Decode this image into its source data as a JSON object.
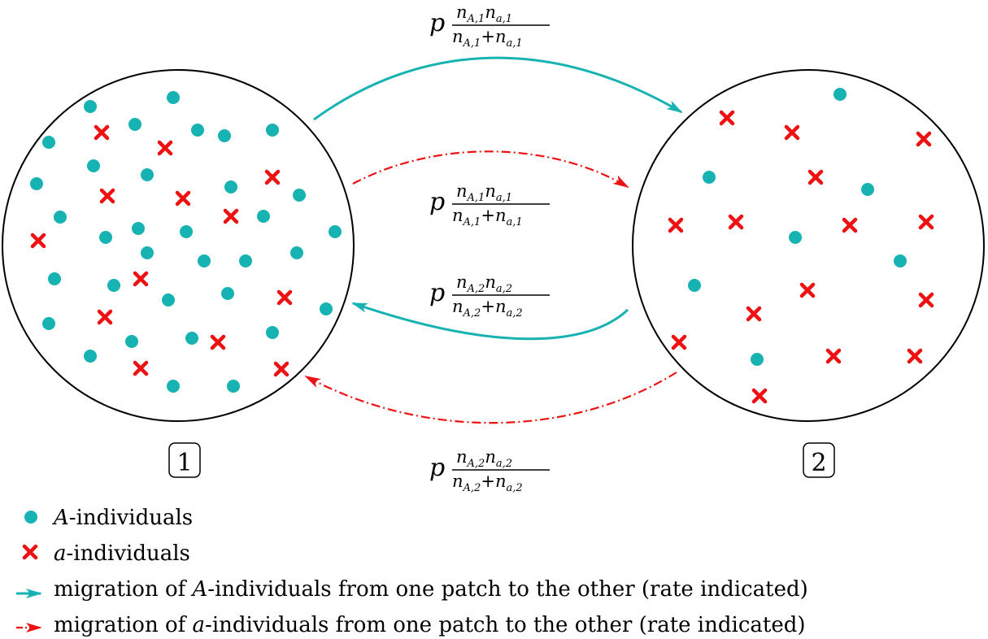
{
  "colors": {
    "A": "#17b2b2",
    "a": "#ee1111",
    "outline": "#000000"
  },
  "patches": [
    {
      "label": "1"
    },
    {
      "label": "2"
    }
  ],
  "rates": {
    "p": "p",
    "top_num": [
      "n",
      "A,1",
      "n",
      "a,1"
    ],
    "top_den": [
      "n",
      "A,1",
      "+",
      "n",
      "a,1"
    ],
    "mid_num": [
      "n",
      "A,1",
      "n",
      "a,1"
    ],
    "mid_den": [
      "n",
      "A,1",
      "+",
      "n",
      "a,1"
    ],
    "low_num": [
      "n",
      "A,2",
      "n",
      "a,2"
    ],
    "low_den": [
      "n",
      "A,2",
      "+",
      "n",
      "a,2"
    ],
    "bot_num": [
      "n",
      "A,2",
      "n",
      "a,2"
    ],
    "bot_den": [
      "n",
      "A,2",
      "+",
      "n",
      "a,2"
    ]
  },
  "legend": {
    "A_sym": "A",
    "A_text": "-individuals",
    "a_sym": "a",
    "a_text": "-individuals",
    "migA_pre": "migration of ",
    "migA_sym": "A",
    "migA_post": "-individuals from one patch to the other (rate indicated)",
    "miga_pre": "migration of ",
    "miga_sym": "a",
    "miga_post": "-individuals from one patch to the other (rate indicated)"
  }
}
